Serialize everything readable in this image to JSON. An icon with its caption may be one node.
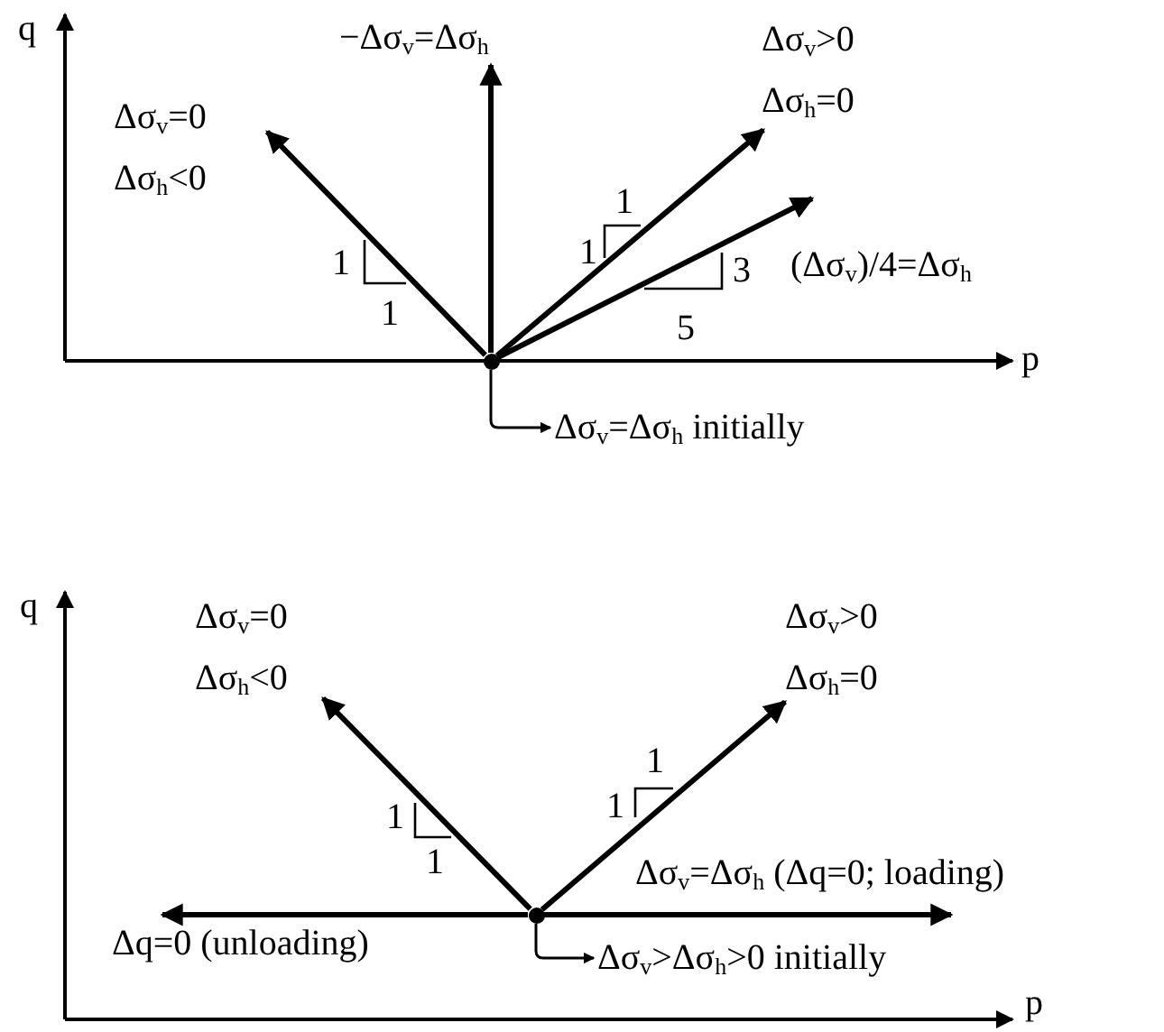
{
  "diagram": {
    "nodes": [
      {
        "text": [],
        "shape": "circle"
      },
      {
        "text": [
          "Δσ$_{v}$=0",
          "Δσ$_{h}$<0"
        ]
      },
      {
        "text": [
          "−Δσ$_{v}$=Δσ$_{h}$"
        ]
      },
      {
        "text": [
          "Δσ$_{v}$>0",
          "Δσ$_{h}$=0"
        ]
      },
      {
        "text": [
          "(Δσ$_{v}$)/4=Δσ$_{h}$"
        ]
      },
      {
        "text": [
          "Δσ$_{v}$=Δσ$_{h}$ initially"
        ]
      },
      {
        "text": [],
        "shape": "circle"
      },
      {
        "text": [
          "Δσ$_{v}$=0",
          "Δσ$_{h}$<0"
        ]
      },
      {
        "text": [
          "Δσ$_{v}$>0",
          "Δσ$_{h}$=0"
        ]
      },
      {
        "text": [
          "Δσ$_{v}$=Δσ$_{h}$ (Δq=0; loading)"
        ]
      },
      {
        "text": [
          "Δq=0 (unloading)"
        ]
      },
      {
        "text": [
          "Δσ$_{v}$>Δσ$_{h}$>0 initially"
        ]
      }
    ],
    "edges": [
      {
        "from": 0,
        "to": 1,
        "arrow": "to"
      },
      {
        "from": 0,
        "to": 2,
        "arrow": "to"
      },
      {
        "from": 0,
        "to": 3,
        "arrow": "to"
      },
      {
        "from": 0,
        "to": 4,
        "arrow": "to"
      },
      {
        "from": 0,
        "to": 5,
        "arrow": "to"
      },
      {
        "from": 6,
        "to": 7,
        "arrow": "to"
      },
      {
        "from": 6,
        "to": 8,
        "arrow": "to"
      },
      {
        "from": 6,
        "to": 9,
        "arrow": "to"
      },
      {
        "from": 6,
        "to": 10,
        "arrow": "to"
      },
      {
        "from": 6,
        "to": 11,
        "arrow": "to"
      }
    ],
    "labels": [
      "q",
      "1",
      "1",
      "1",
      "3",
      "1",
      "5",
      "p",
      "q",
      "1",
      "1",
      "1",
      "1",
      "p"
    ]
  }
}
